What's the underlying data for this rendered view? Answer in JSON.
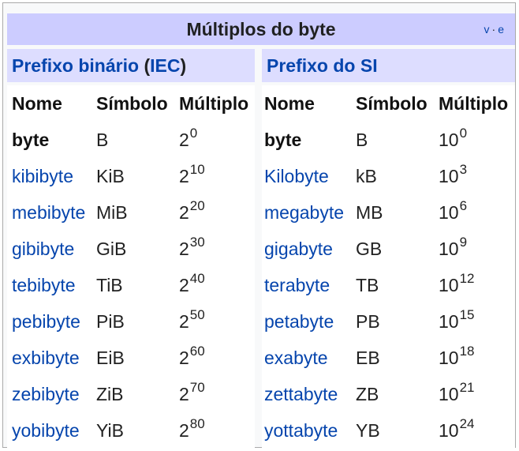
{
  "navbox": {
    "title": "Múltiplos do byte",
    "vde": {
      "v": "v",
      "sep": "·",
      "e": "e"
    }
  },
  "binary": {
    "title_main": "Prefixo binário",
    "title_paren_open": "(",
    "title_link": "IEC",
    "title_paren_close": ")",
    "headers": {
      "name": "Nome",
      "symbol": "Símbolo",
      "multiple": "Múltiplo"
    },
    "rows": [
      {
        "name": "byte",
        "symbol": "B",
        "base": "2",
        "exp": "0",
        "link": false
      },
      {
        "name": "kibibyte",
        "symbol": "KiB",
        "base": "2",
        "exp": "10",
        "link": true
      },
      {
        "name": "mebibyte",
        "symbol": "MiB",
        "base": "2",
        "exp": "20",
        "link": true
      },
      {
        "name": "gibibyte",
        "symbol": "GiB",
        "base": "2",
        "exp": "30",
        "link": true
      },
      {
        "name": "tebibyte",
        "symbol": "TiB",
        "base": "2",
        "exp": "40",
        "link": true
      },
      {
        "name": "pebibyte",
        "symbol": "PiB",
        "base": "2",
        "exp": "50",
        "link": true
      },
      {
        "name": "exbibyte",
        "symbol": "EiB",
        "base": "2",
        "exp": "60",
        "link": true
      },
      {
        "name": "zebibyte",
        "symbol": "ZiB",
        "base": "2",
        "exp": "70",
        "link": true
      },
      {
        "name": "yobibyte",
        "symbol": "YiB",
        "base": "2",
        "exp": "80",
        "link": true
      }
    ]
  },
  "si": {
    "title": "Prefixo do SI",
    "headers": {
      "name": "Nome",
      "symbol": "Símbolo",
      "multiple": "Múltiplo"
    },
    "rows": [
      {
        "name": "byte",
        "symbol": "B",
        "base": "10",
        "exp": "0",
        "link": false
      },
      {
        "name": "Kilobyte",
        "symbol": "kB",
        "base": "10",
        "exp": "3",
        "link": true
      },
      {
        "name": "megabyte",
        "symbol": "MB",
        "base": "10",
        "exp": "6",
        "link": true
      },
      {
        "name": "gigabyte",
        "symbol": "GB",
        "base": "10",
        "exp": "9",
        "link": true
      },
      {
        "name": "terabyte",
        "symbol": "TB",
        "base": "10",
        "exp": "12",
        "link": true
      },
      {
        "name": "petabyte",
        "symbol": "PB",
        "base": "10",
        "exp": "15",
        "link": true
      },
      {
        "name": "exabyte",
        "symbol": "EB",
        "base": "10",
        "exp": "18",
        "link": true
      },
      {
        "name": "zettabyte",
        "symbol": "ZB",
        "base": "10",
        "exp": "21",
        "link": true
      },
      {
        "name": "yottabyte",
        "symbol": "YB",
        "base": "10",
        "exp": "24",
        "link": true
      }
    ]
  },
  "colors": {
    "title_bg": "#ccccff",
    "group_bg": "#ddddff",
    "link": "#0645ad",
    "border": "#aaaaaa"
  }
}
